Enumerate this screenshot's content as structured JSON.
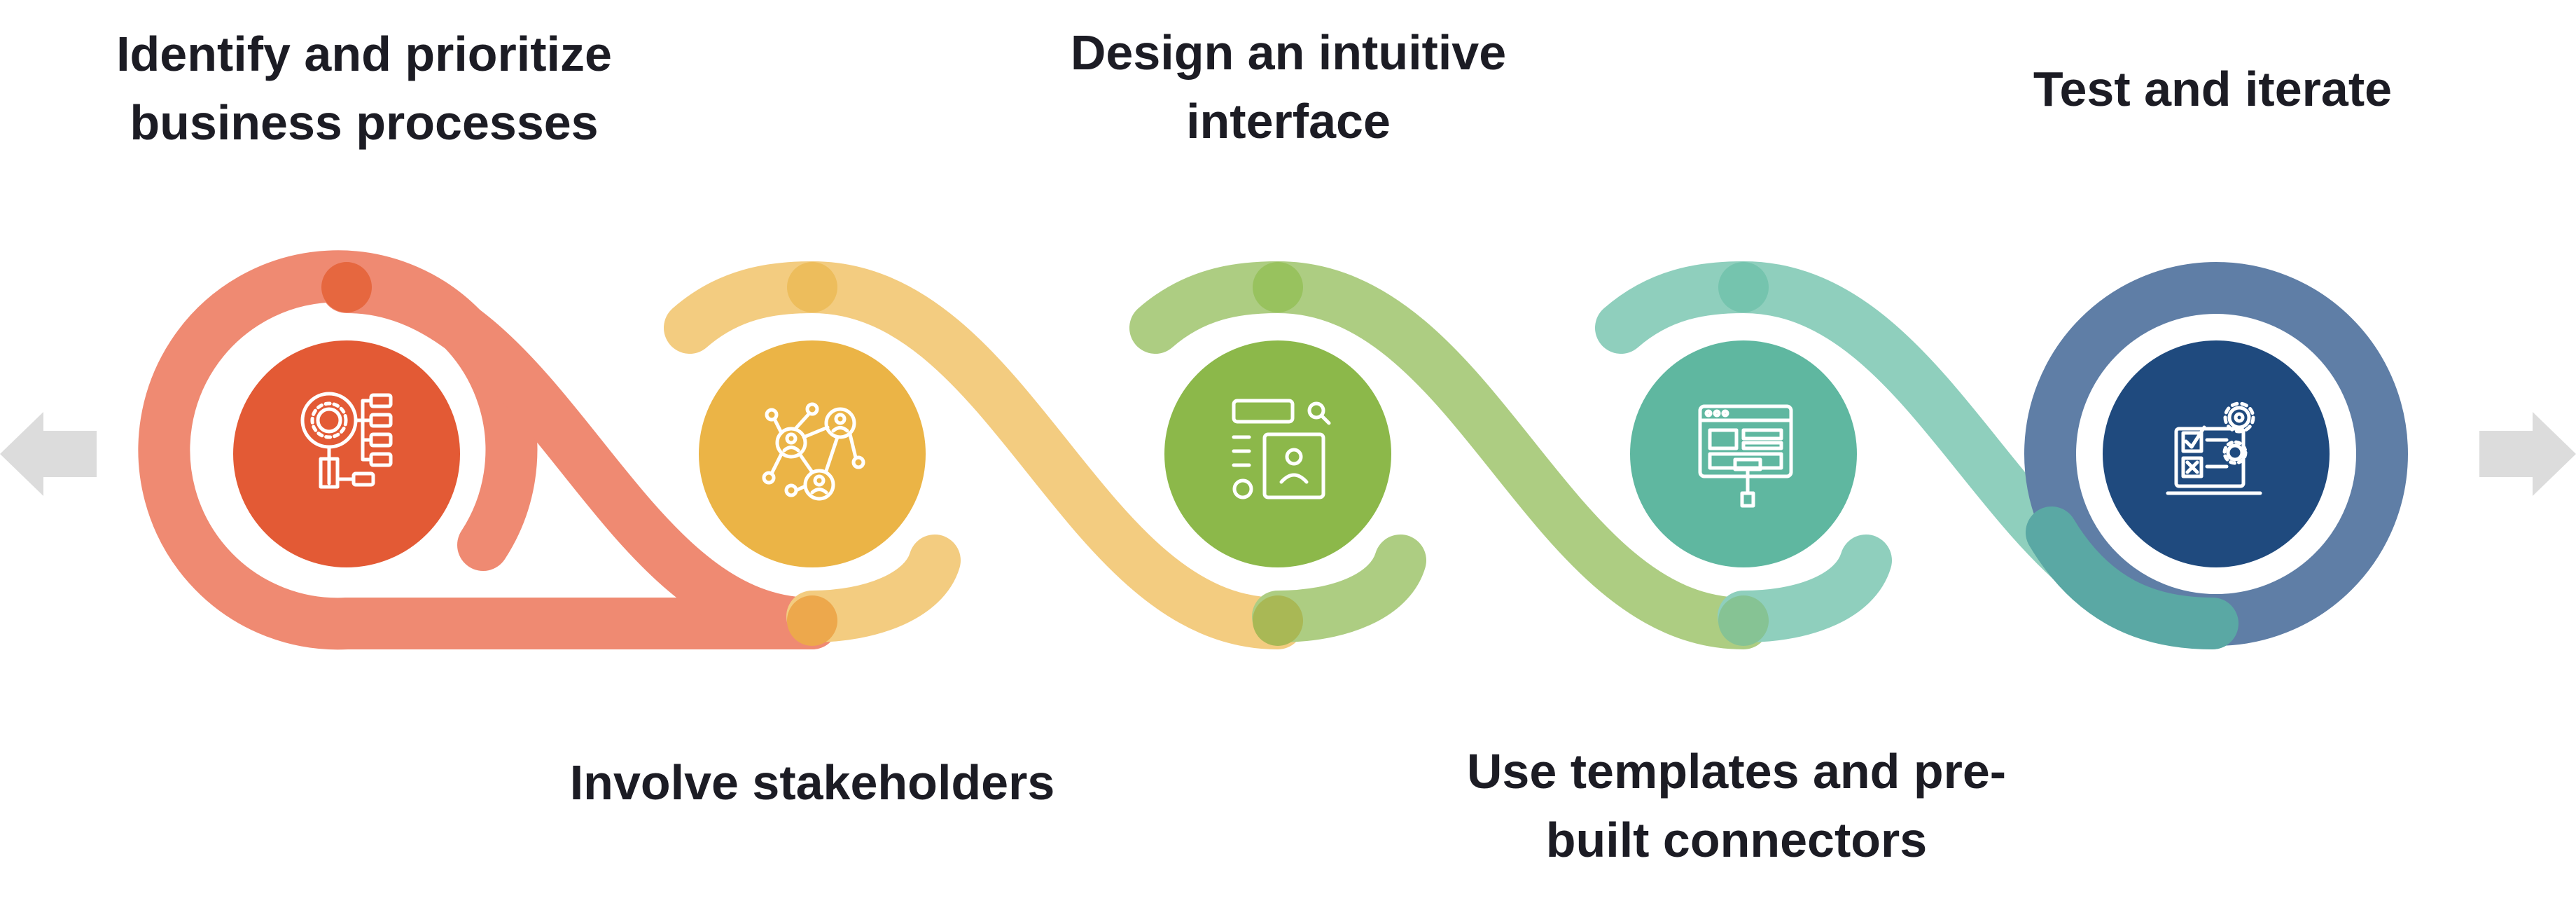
{
  "steps": [
    {
      "label": "Identify and prioritize\nbusiness processes",
      "color": "#e35a35",
      "ribbon": "#ef8a72",
      "icon": "process-flowchart-icon"
    },
    {
      "label": "Involve stakeholders",
      "color": "#ebb446",
      "ribbon": "#f3cc80",
      "icon": "stakeholder-network-icon"
    },
    {
      "label": "Design an intuitive\ninterface",
      "color": "#8cb84a",
      "ribbon": "#adcd82",
      "icon": "interface-layout-icon"
    },
    {
      "label": "Use templates and pre-\nbuilt connectors",
      "color": "#5fb7a0",
      "ribbon": "#8fcfbd",
      "icon": "template-browser-icon"
    },
    {
      "label": "Test and iterate",
      "color": "#1f4a7e",
      "ribbon": "#5f7ea6",
      "icon": "test-checklist-gears-icon"
    }
  ],
  "nav": {
    "left_arrow": "left-arrow-icon",
    "right_arrow": "right-arrow-icon",
    "arrow_color": "#dcdcdc"
  }
}
